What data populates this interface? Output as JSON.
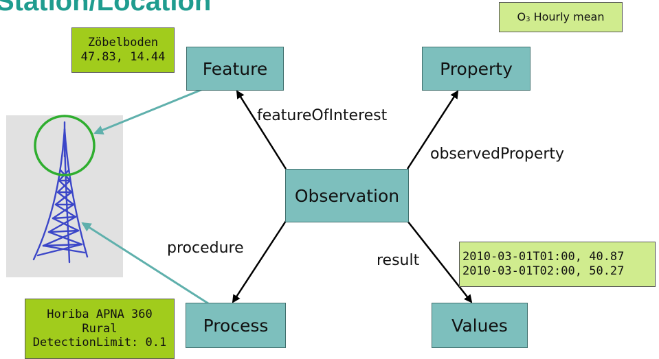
{
  "title": "Station/Location",
  "nodes": {
    "feature": "Feature",
    "property": "Property",
    "observation": "Observation",
    "process": "Process",
    "values": "Values"
  },
  "edges": {
    "feature_of_interest": "featureOfInterest",
    "observed_property": "observedProperty",
    "procedure": "procedure",
    "result": "result"
  },
  "notes": {
    "station": [
      "Zöbelboden",
      "47.83, 14.44"
    ],
    "property_name_prefix": "O",
    "property_name_sub": "3",
    "property_name_rest": " Hourly mean",
    "process_info": [
      "Horiba APNA 360",
      "Rural",
      "DetectionLimit: 0.1"
    ],
    "values_list": [
      "2010-03-01T01:00, 40.87",
      "2010-03-01T02:00, 50.27"
    ]
  },
  "colors": {
    "title": "#1f9c8f",
    "node_fill": "#7dbfbd",
    "note_dark": "#a1cc1c",
    "note_light": "#d0ec8e",
    "link_teal": "#5fb0ac",
    "tower_blue": "#3b46c8",
    "circle_green": "#2fae2f"
  },
  "icons": [
    "tower-icon",
    "highlight-circle-icon"
  ]
}
